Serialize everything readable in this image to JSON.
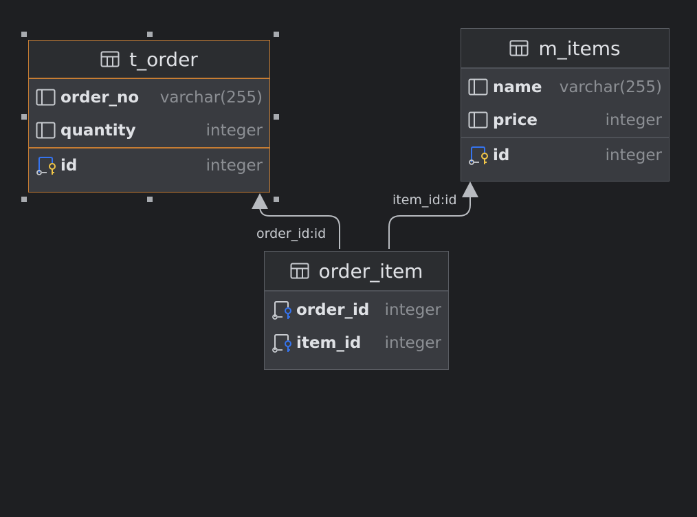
{
  "tables": {
    "t_order": {
      "name": "t_order",
      "columns": [
        {
          "name": "order_no",
          "type": "varchar(255)"
        },
        {
          "name": "quantity",
          "type": "integer"
        }
      ],
      "keys": [
        {
          "name": "id",
          "type": "integer"
        }
      ]
    },
    "m_items": {
      "name": "m_items",
      "columns": [
        {
          "name": "name",
          "type": "varchar(255)"
        },
        {
          "name": "price",
          "type": "integer"
        }
      ],
      "keys": [
        {
          "name": "id",
          "type": "integer"
        }
      ]
    },
    "order_item": {
      "name": "order_item",
      "columns": [
        {
          "name": "order_id",
          "type": "integer"
        },
        {
          "name": "item_id",
          "type": "integer"
        }
      ]
    }
  },
  "relations": {
    "order_rel": "order_id:id",
    "item_rel": "item_id:id"
  },
  "colors": {
    "background": "#1e1f22",
    "selection": "#c77d33",
    "primary_key": "#f0c548",
    "foreign_key": "#3574f0"
  }
}
